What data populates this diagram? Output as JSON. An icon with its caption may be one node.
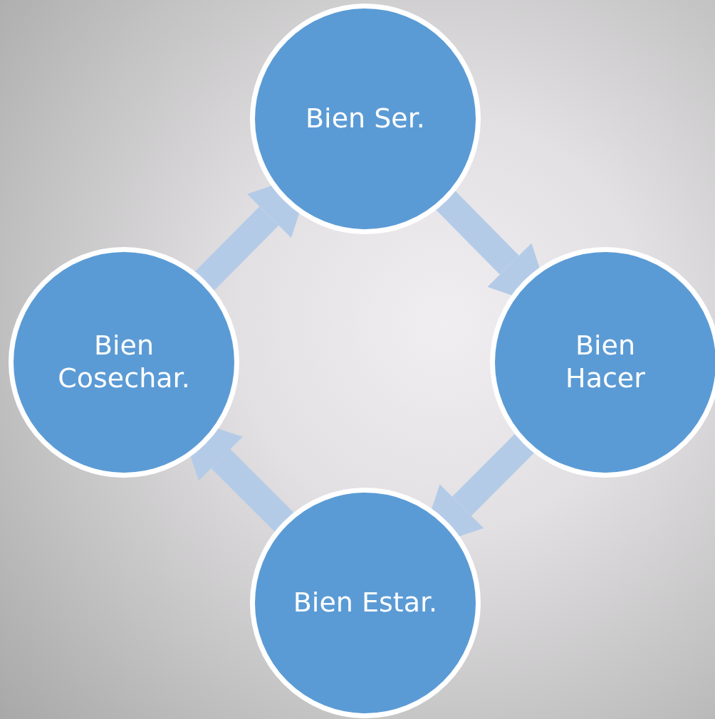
{
  "diagram": {
    "nodes": [
      {
        "text": [
          "Bien Ser."
        ]
      },
      {
        "text": [
          "Bien Cosechar."
        ]
      },
      {
        "text": [
          "Bien Hacer"
        ]
      },
      {
        "text": [
          "Bien Estar."
        ]
      }
    ],
    "edges": [
      {
        "from": 0,
        "to": 2,
        "arrow": "to"
      },
      {
        "from": 2,
        "to": 3,
        "arrow": "to"
      },
      {
        "from": 3,
        "to": 1,
        "arrow": "to"
      },
      {
        "from": 1,
        "to": 0,
        "arrow": "to"
      }
    ]
  }
}
